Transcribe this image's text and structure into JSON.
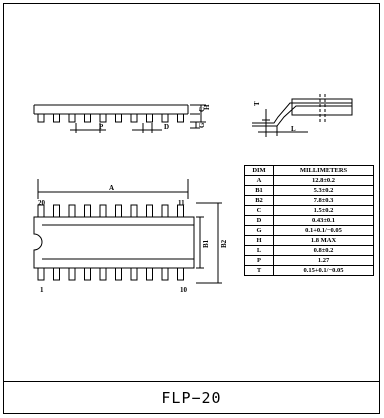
{
  "caption": "FLP−20",
  "labels": {
    "top_view": {
      "c": "C",
      "h": "H",
      "g": "G",
      "p": "P",
      "d": "D"
    },
    "side_view": {
      "t": "T",
      "l": "L"
    },
    "plan_view": {
      "a": "A",
      "b1": "B1",
      "b2": "B2",
      "pin_20": "20",
      "pin_11": "11",
      "pin_1": "1",
      "pin_10": "10"
    }
  },
  "table": {
    "headers": [
      "DIM",
      "MILLIMETERS"
    ],
    "rows": [
      [
        "A",
        "12.8±0.2"
      ],
      [
        "B1",
        "5.3±0.2"
      ],
      [
        "B2",
        "7.8±0.3"
      ],
      [
        "C",
        "1.5±0.2"
      ],
      [
        "D",
        "0.43±0.1"
      ],
      [
        "G",
        "0.1+0.1/−0.05"
      ],
      [
        "H",
        "1.8  MAX"
      ],
      [
        "L",
        "0.8±0.2"
      ],
      [
        "P",
        "1.27"
      ],
      [
        "T",
        "0.15+0.1/−0.05"
      ]
    ]
  }
}
